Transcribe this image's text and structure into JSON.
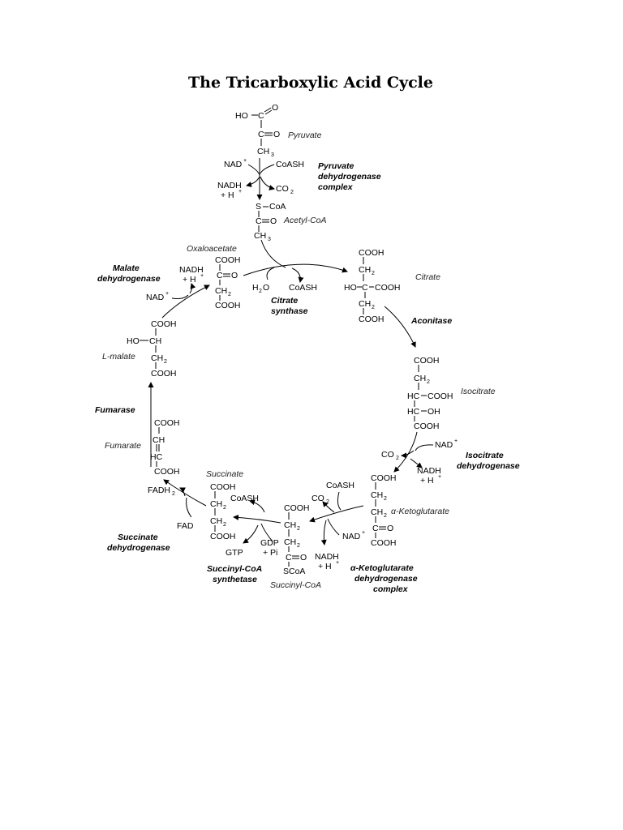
{
  "title": "The Tricarboxylic Acid Cycle",
  "chem": {
    "ho": "HO",
    "o": "O",
    "c": "C",
    "ch3": "CH",
    "three": "3",
    "two": "2",
    "plus": "+",
    "nad": "NAD",
    "nadh": "NADH",
    "hplus": "+ H",
    "coash": "CoASH",
    "co2": "CO",
    "s": "S",
    "coa": "CoA",
    "cooh": "COOH",
    "ch2": "CH",
    "ch": "CH",
    "hc": "HC",
    "oh": "OH",
    "h2o": "H",
    "fadh2": "FADH",
    "fad": "FAD",
    "gtp": "GTP",
    "gdp": "GDP",
    "pi": "+ Pi",
    "scoa": "SCoA"
  },
  "names": {
    "pyruvate": "Pyruvate",
    "acetyl_coa": "Acetyl-CoA",
    "oxaloacetate": "Oxaloacetate",
    "citrate": "Citrate",
    "isocitrate": "Isocitrate",
    "ketoglutarate": "α-Ketoglutarate",
    "succinyl_coa": "Succinyl-CoA",
    "succinate": "Succinate",
    "fumarate": "Fumarate",
    "l_malate": "L-malate"
  },
  "enzymes": {
    "pdh": [
      "Pyruvate",
      "dehydrogenase",
      "complex"
    ],
    "citrate_synthase": [
      "Citrate",
      "synthase"
    ],
    "aconitase": [
      "Aconitase"
    ],
    "idh": [
      "Isocitrate",
      "dehydrogenase"
    ],
    "akgdh": [
      "α-Ketoglutarate",
      "dehydrogenase",
      "complex"
    ],
    "scs": [
      "Succinyl-CoA",
      "synthetase"
    ],
    "sdh": [
      "Succinate",
      "dehydrogenase"
    ],
    "fumarase": [
      "Fumarase"
    ],
    "mdh": [
      "Malate",
      "dehydrogenase"
    ]
  }
}
